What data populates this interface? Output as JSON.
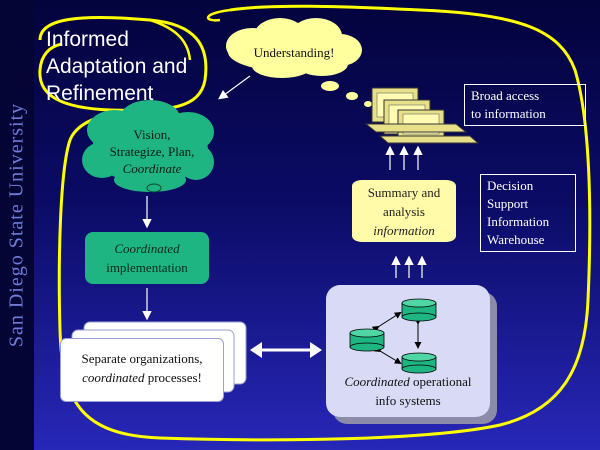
{
  "sidebar": {
    "text": "San Diego State University"
  },
  "title": {
    "line1": "Informed",
    "line2": "Adaptation and",
    "line3": "Refinement"
  },
  "clouds": {
    "understanding": "Understanding!",
    "vision": {
      "line1": "Vision,",
      "line2": "Strategize, Plan,",
      "line3": "Coordinate"
    }
  },
  "labels": {
    "broad_access": {
      "line1": "Broad access",
      "line2": "to information"
    },
    "dss": {
      "line1": "Decision",
      "line2": "Support",
      "line3": "Information",
      "line4": "Warehouse"
    }
  },
  "boxes": {
    "implementation": {
      "line1": "Coordinated",
      "line2": "implementation"
    },
    "summary": {
      "line1": "Summary and",
      "line2": "analysis",
      "line3": "information"
    },
    "organizations": {
      "line1": "Separate organizations,",
      "line2_italic": "coordinated",
      "line2_rest": " processes!"
    },
    "operational": {
      "line1_italic": "Coordinated",
      "line1_rest": " operational",
      "line2": "info systems"
    }
  },
  "colors": {
    "background_top": "#03033d",
    "background_bottom": "#2727b8",
    "cloud": "#ffff9e",
    "green_cloud": "#1fb583",
    "highlight_marker": "#ffff00",
    "database": "#1fb583"
  }
}
